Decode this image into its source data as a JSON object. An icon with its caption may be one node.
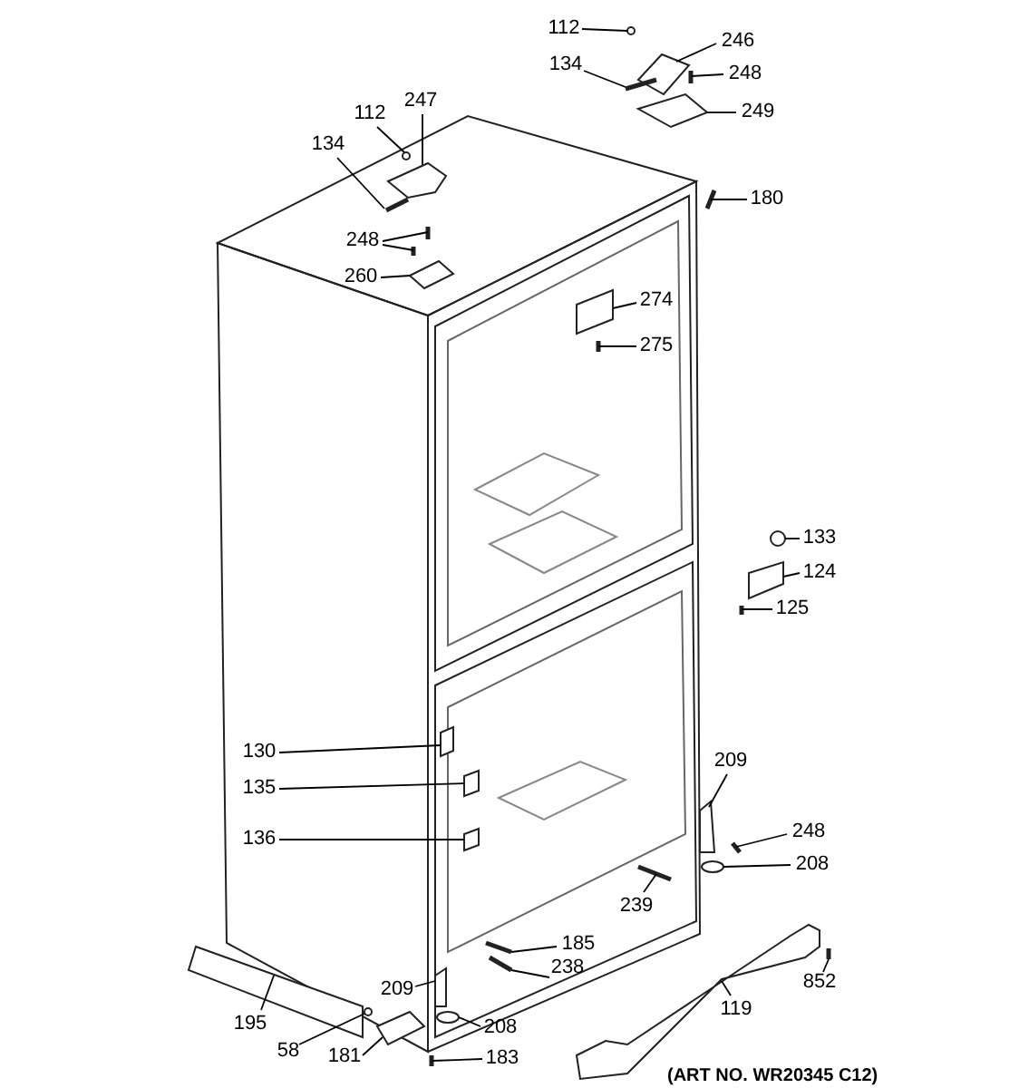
{
  "diagram": {
    "nodes": [
      {
        "text": [
          "112"
        ]
      },
      {
        "text": [
          "246"
        ]
      },
      {
        "text": [
          "134"
        ]
      },
      {
        "text": [
          "248"
        ]
      },
      {
        "text": [
          "249"
        ]
      },
      {
        "text": [
          "112"
        ]
      },
      {
        "text": [
          "247"
        ]
      },
      {
        "text": [
          "134"
        ]
      },
      {
        "text": [
          "248"
        ]
      },
      {
        "text": [
          "260"
        ]
      },
      {
        "text": [
          "180"
        ]
      },
      {
        "text": [
          "274"
        ]
      },
      {
        "text": [
          "275"
        ]
      },
      {
        "text": [
          "133"
        ]
      },
      {
        "text": [
          "124"
        ]
      },
      {
        "text": [
          "125"
        ]
      },
      {
        "text": [
          "130"
        ]
      },
      {
        "text": [
          "135"
        ]
      },
      {
        "text": [
          "136"
        ]
      },
      {
        "text": [
          "209"
        ]
      },
      {
        "text": [
          "248"
        ]
      },
      {
        "text": [
          "208"
        ]
      },
      {
        "text": [
          "239"
        ]
      },
      {
        "text": [
          "185"
        ]
      },
      {
        "text": [
          "238"
        ]
      },
      {
        "text": [
          "195"
        ]
      },
      {
        "text": [
          "58"
        ]
      },
      {
        "text": [
          "209"
        ]
      },
      {
        "text": [
          "208"
        ]
      },
      {
        "text": [
          "181"
        ]
      },
      {
        "text": [
          "183"
        ]
      },
      {
        "text": [
          "119"
        ]
      },
      {
        "text": [
          "852"
        ]
      },
      {
        "text": [],
        "shape": "circle"
      },
      {
        "text": [],
        "shape": "box"
      },
      {
        "text": [],
        "shape": "bar"
      },
      {
        "text": [],
        "shape": "bar"
      },
      {
        "text": [],
        "shape": "box"
      },
      {
        "text": [],
        "shape": "circle"
      },
      {
        "text": [],
        "shape": "box"
      },
      {
        "text": [],
        "shape": "bar"
      },
      {
        "text": [],
        "shape": "bar"
      },
      {
        "text": [],
        "shape": "bar"
      },
      {
        "text": [],
        "shape": "box"
      },
      {
        "text": [],
        "shape": "bar"
      },
      {
        "text": [],
        "shape": "box"
      },
      {
        "text": [],
        "shape": "bar"
      },
      {
        "text": [],
        "shape": "circle"
      },
      {
        "text": [],
        "shape": "box"
      },
      {
        "text": [],
        "shape": "bar"
      },
      {
        "text": [],
        "shape": "box"
      },
      {
        "text": [],
        "shape": "box"
      },
      {
        "text": [],
        "shape": "box"
      },
      {
        "text": [],
        "shape": "box"
      },
      {
        "text": [],
        "shape": "bar"
      },
      {
        "text": [],
        "shape": "circle"
      },
      {
        "text": [],
        "shape": "bar"
      },
      {
        "text": [],
        "shape": "bar"
      },
      {
        "text": [],
        "shape": "bar"
      },
      {
        "text": [],
        "shape": "box"
      },
      {
        "text": [],
        "shape": "circle"
      },
      {
        "text": [],
        "shape": "box"
      },
      {
        "text": [],
        "shape": "circle"
      },
      {
        "text": [],
        "shape": "box"
      },
      {
        "text": [],
        "shape": "bar"
      },
      {
        "text": [],
        "shape": "box"
      },
      {
        "text": [],
        "shape": "bar"
      }
    ],
    "edges": [
      {
        "from": 0,
        "to": 33,
        "arrow": "none"
      },
      {
        "from": 1,
        "to": 34,
        "arrow": "none"
      },
      {
        "from": 2,
        "to": 35,
        "arrow": "none"
      },
      {
        "from": 3,
        "to": 36,
        "arrow": "none"
      },
      {
        "from": 4,
        "to": 37,
        "arrow": "none"
      },
      {
        "from": 5,
        "to": 38,
        "arrow": "none"
      },
      {
        "from": 6,
        "to": 39,
        "arrow": "none"
      },
      {
        "from": 7,
        "to": 40,
        "arrow": "none"
      },
      {
        "from": 8,
        "to": 41,
        "arrow": "none"
      },
      {
        "from": 8,
        "to": 42,
        "arrow": "none"
      },
      {
        "from": 9,
        "to": 43,
        "arrow": "none"
      },
      {
        "from": 10,
        "to": 44,
        "arrow": "none"
      },
      {
        "from": 11,
        "to": 45,
        "arrow": "none"
      },
      {
        "from": 12,
        "to": 46,
        "arrow": "none"
      },
      {
        "from": 13,
        "to": 47,
        "arrow": "none"
      },
      {
        "from": 14,
        "to": 48,
        "arrow": "none"
      },
      {
        "from": 15,
        "to": 49,
        "arrow": "none"
      },
      {
        "from": 16,
        "to": 50,
        "arrow": "none"
      },
      {
        "from": 17,
        "to": 51,
        "arrow": "none"
      },
      {
        "from": 18,
        "to": 52,
        "arrow": "none"
      },
      {
        "from": 19,
        "to": 53,
        "arrow": "none"
      },
      {
        "from": 20,
        "to": 54,
        "arrow": "none"
      },
      {
        "from": 21,
        "to": 55,
        "arrow": "none"
      },
      {
        "from": 22,
        "to": 56,
        "arrow": "none"
      },
      {
        "from": 23,
        "to": 57,
        "arrow": "none"
      },
      {
        "from": 24,
        "to": 58,
        "arrow": "none"
      },
      {
        "from": 25,
        "to": 59,
        "arrow": "none"
      },
      {
        "from": 26,
        "to": 60,
        "arrow": "none"
      },
      {
        "from": 27,
        "to": 61,
        "arrow": "none"
      },
      {
        "from": 28,
        "to": 62,
        "arrow": "none"
      },
      {
        "from": 29,
        "to": 63,
        "arrow": "none"
      },
      {
        "from": 30,
        "to": 64,
        "arrow": "none"
      },
      {
        "from": 31,
        "to": 65,
        "arrow": "none"
      },
      {
        "from": 32,
        "to": 66,
        "arrow": "none"
      }
    ],
    "labels": [
      "(ART NO. WR20345 C12)"
    ]
  }
}
